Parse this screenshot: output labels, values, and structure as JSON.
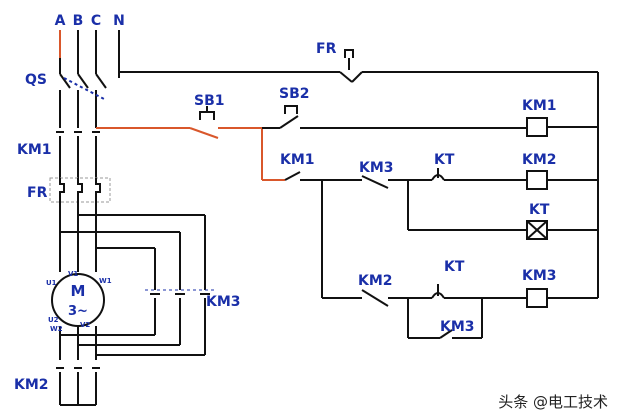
{
  "diagram": {
    "power_terminals": [
      "A",
      "B",
      "C",
      "N"
    ],
    "isolator_label": "QS",
    "thermal_relay_label": "FR",
    "main_contactor_label": "KM1",
    "star_contactor_label": "KM2",
    "delta_contactor_label": "KM3",
    "motor": {
      "name": "M",
      "phase": "3~",
      "terminals": [
        "U1",
        "V1",
        "W1",
        "U2",
        "V2",
        "W2"
      ]
    },
    "control": {
      "fr_contact": "FR",
      "stop_button": "SB1",
      "start_button": "SB2",
      "km1_holding": "KM1",
      "km3_interlock": "KM3",
      "timer_contact_1": "KT",
      "km2_interlock": "KM2",
      "timer_contact_2": "KT",
      "km3_holding": "KM3",
      "coils": [
        "KM1",
        "KM2",
        "KT",
        "KM3"
      ]
    }
  },
  "watermark": {
    "text": "头条 @电工技术"
  },
  "colors": {
    "wire": "#111111",
    "highlight_wire": "#d9572b",
    "label": "#1a2fa8",
    "dashed_link": "#1a2fa8"
  }
}
